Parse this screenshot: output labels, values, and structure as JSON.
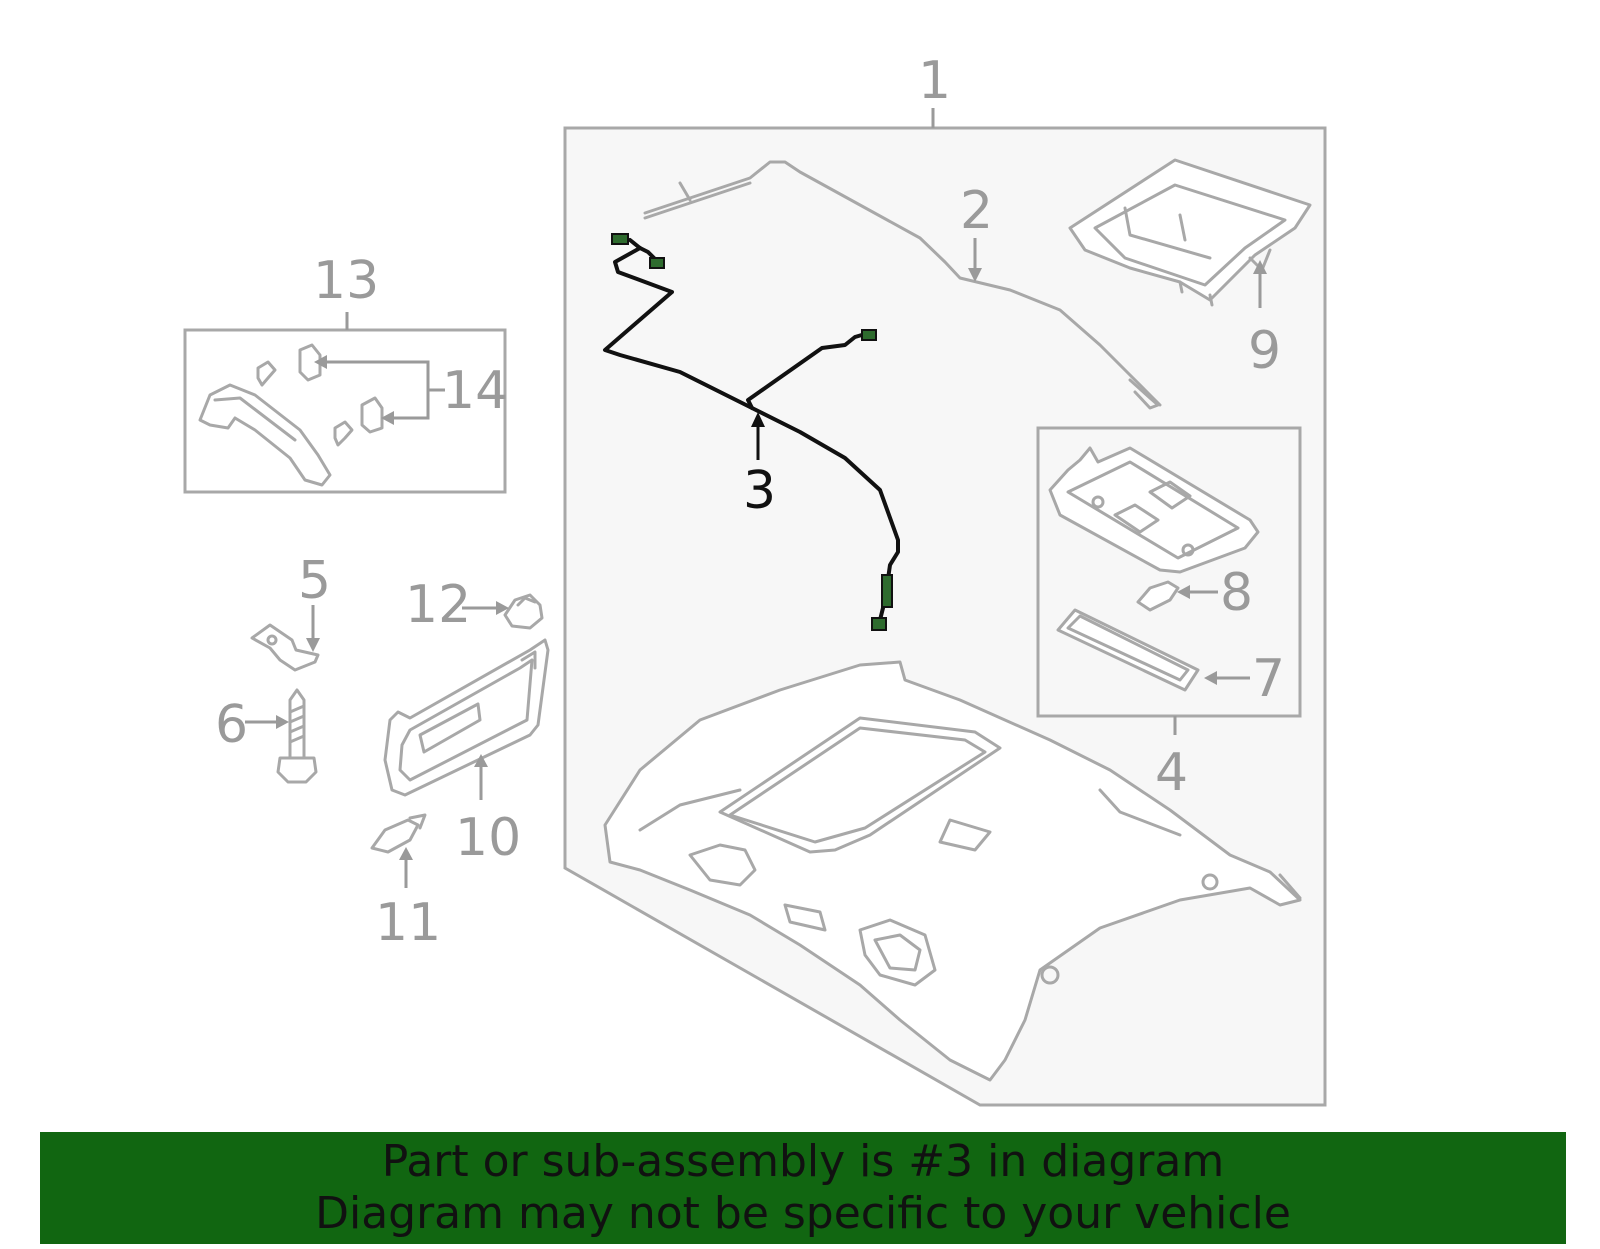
{
  "diagram": {
    "callouts": [
      {
        "id": "1",
        "label": "1"
      },
      {
        "id": "2",
        "label": "2"
      },
      {
        "id": "3",
        "label": "3"
      },
      {
        "id": "4",
        "label": "4"
      },
      {
        "id": "5",
        "label": "5"
      },
      {
        "id": "6",
        "label": "6"
      },
      {
        "id": "7",
        "label": "7"
      },
      {
        "id": "8",
        "label": "8"
      },
      {
        "id": "9",
        "label": "9"
      },
      {
        "id": "10",
        "label": "10"
      },
      {
        "id": "11",
        "label": "11"
      },
      {
        "id": "12",
        "label": "12"
      },
      {
        "id": "13",
        "label": "13"
      },
      {
        "id": "14",
        "label": "14"
      }
    ],
    "highlighted_part": "3",
    "colors": {
      "part_line": "#a8a8a8",
      "highlight_line": "#111111",
      "panel_fill": "#f7f7f7",
      "banner_bg": "#116611"
    }
  },
  "banner": {
    "line1": "Part or sub-assembly is #3 in diagram",
    "line2": "Diagram may not be specific to your vehicle"
  }
}
